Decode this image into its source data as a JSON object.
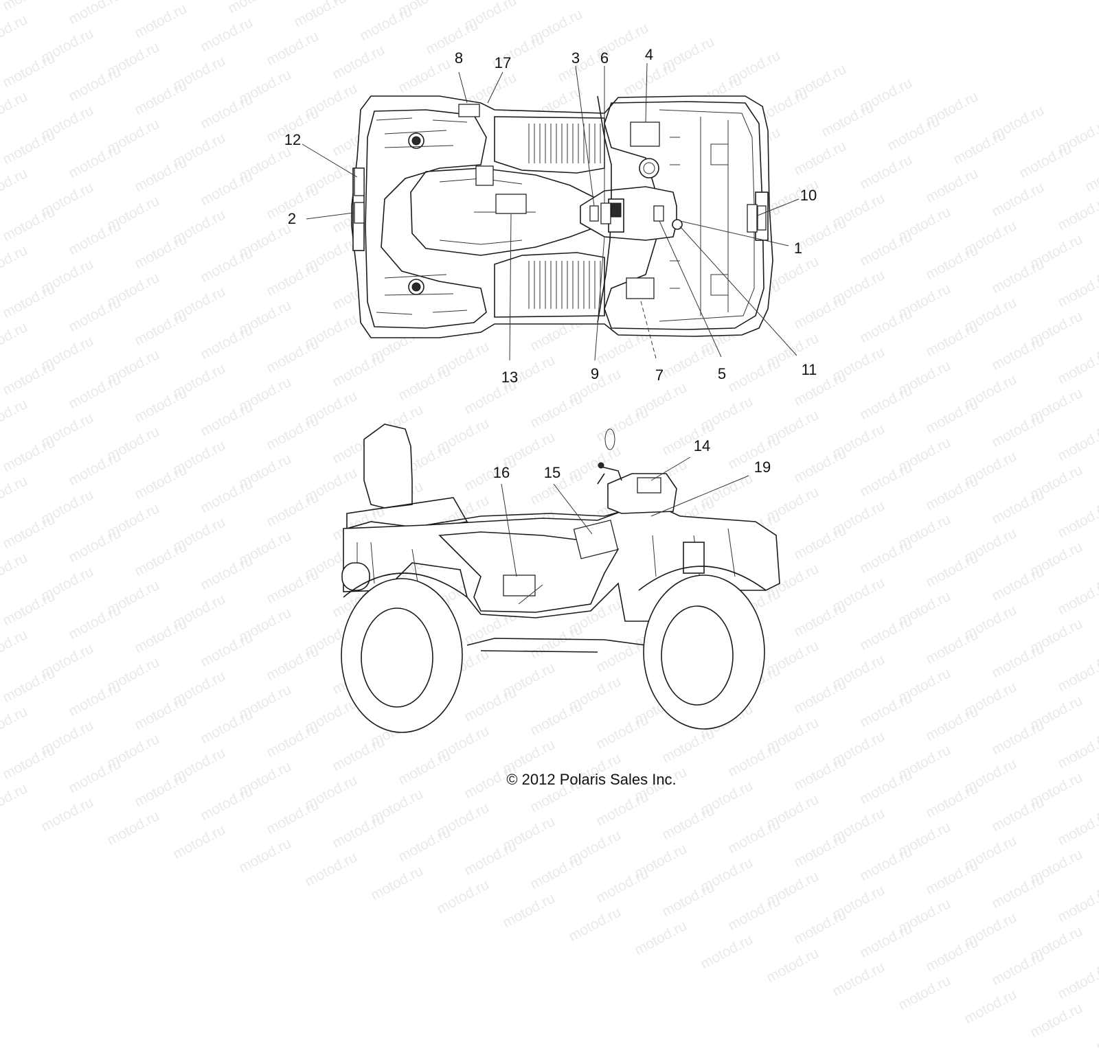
{
  "watermark": {
    "text": "motod.ru",
    "color": "#e9e9e9"
  },
  "copyright": "© 2012 Polaris Sales Inc.",
  "top_view": {
    "callouts": {
      "c1": "1",
      "c2": "2",
      "c3": "3",
      "c4": "4",
      "c5": "5",
      "c6": "6",
      "c7": "7",
      "c8": "8",
      "c9": "9",
      "c10": "10",
      "c11": "11",
      "c12": "12",
      "c13": "13",
      "c17": "17"
    }
  },
  "side_view": {
    "callouts": {
      "c14": "14",
      "c15": "15",
      "c16": "16",
      "c19": "19"
    }
  }
}
